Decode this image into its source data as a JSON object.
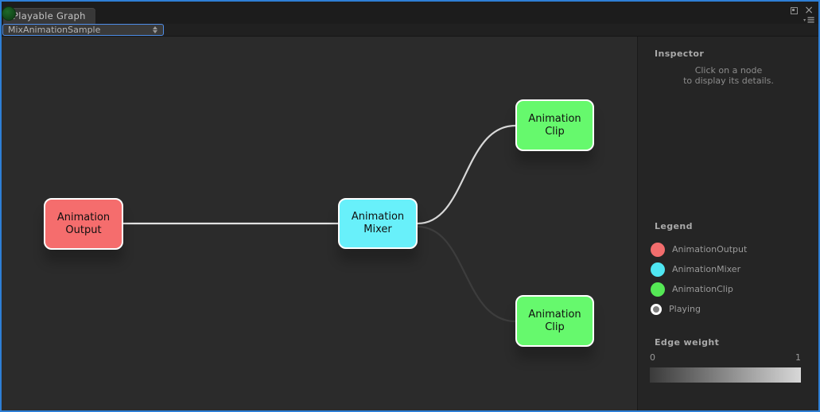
{
  "window": {
    "tab_title": "Playable Graph",
    "controls": {
      "maximize": "maximize",
      "close": "×",
      "pane_menu": "≡"
    }
  },
  "toolbar": {
    "graph_selector": {
      "value": "MixAnimationSample"
    }
  },
  "graph": {
    "background": "#2b2b2b",
    "nodes": {
      "output": {
        "line1": "Animation",
        "line2": "Output",
        "color": "#f56d6d"
      },
      "mixer": {
        "line1": "Animation",
        "line2": "Mixer",
        "color": "#68f0fa"
      },
      "clip_top": {
        "line1": "Animation",
        "line2": "Clip",
        "color": "#66f96d"
      },
      "clip_bottom": {
        "line1": "Animation",
        "line2": "Clip",
        "color": "#66f96d"
      }
    },
    "edges": [
      {
        "from": "AnimationOutput",
        "to": "AnimationMixer",
        "weight": 1,
        "color": "#e2e2e2"
      },
      {
        "from": "AnimationMixer",
        "to": "AnimationClip (top)",
        "weight": 1,
        "color": "#d8d8d8"
      },
      {
        "from": "AnimationMixer",
        "to": "AnimationClip (bottom)",
        "weight": 0,
        "color": "#3d3d3d"
      }
    ]
  },
  "inspector": {
    "title": "Inspector",
    "hint_line1": "Click on a node",
    "hint_line2": "to display its details."
  },
  "legend": {
    "title": "Legend",
    "items": [
      {
        "label": "AnimationOutput",
        "color": "#f26d6d"
      },
      {
        "label": "AnimationMixer",
        "color": "#4fe6f2"
      },
      {
        "label": "AnimationClip",
        "color": "#55e855"
      },
      {
        "label": "Playing",
        "color": "#7d7d7d"
      }
    ]
  },
  "edge_weight": {
    "title": "Edge weight",
    "min": "0",
    "max": "1",
    "gradient_from": "#3a3a3a",
    "gradient_to": "#d8d8d8"
  }
}
